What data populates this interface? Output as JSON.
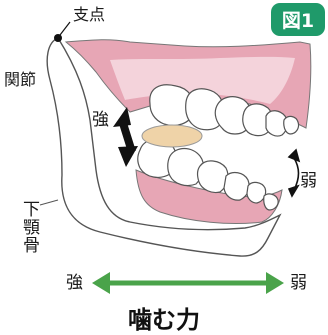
{
  "figure_badge": "図1",
  "labels": {
    "fulcrum": "支点",
    "joint": "関節",
    "mandible": "下顎骨",
    "strong_upper": "強",
    "weak_right": "弱",
    "strong_bottom": "強",
    "weak_bottom": "弱"
  },
  "caption": "噛む力",
  "colors": {
    "badge": "#1f9a6a",
    "gum": "#e7a6b5",
    "gum_light": "#f6dbe2",
    "arrow_green": "#4aa34a",
    "pad": "#efd3a8"
  }
}
